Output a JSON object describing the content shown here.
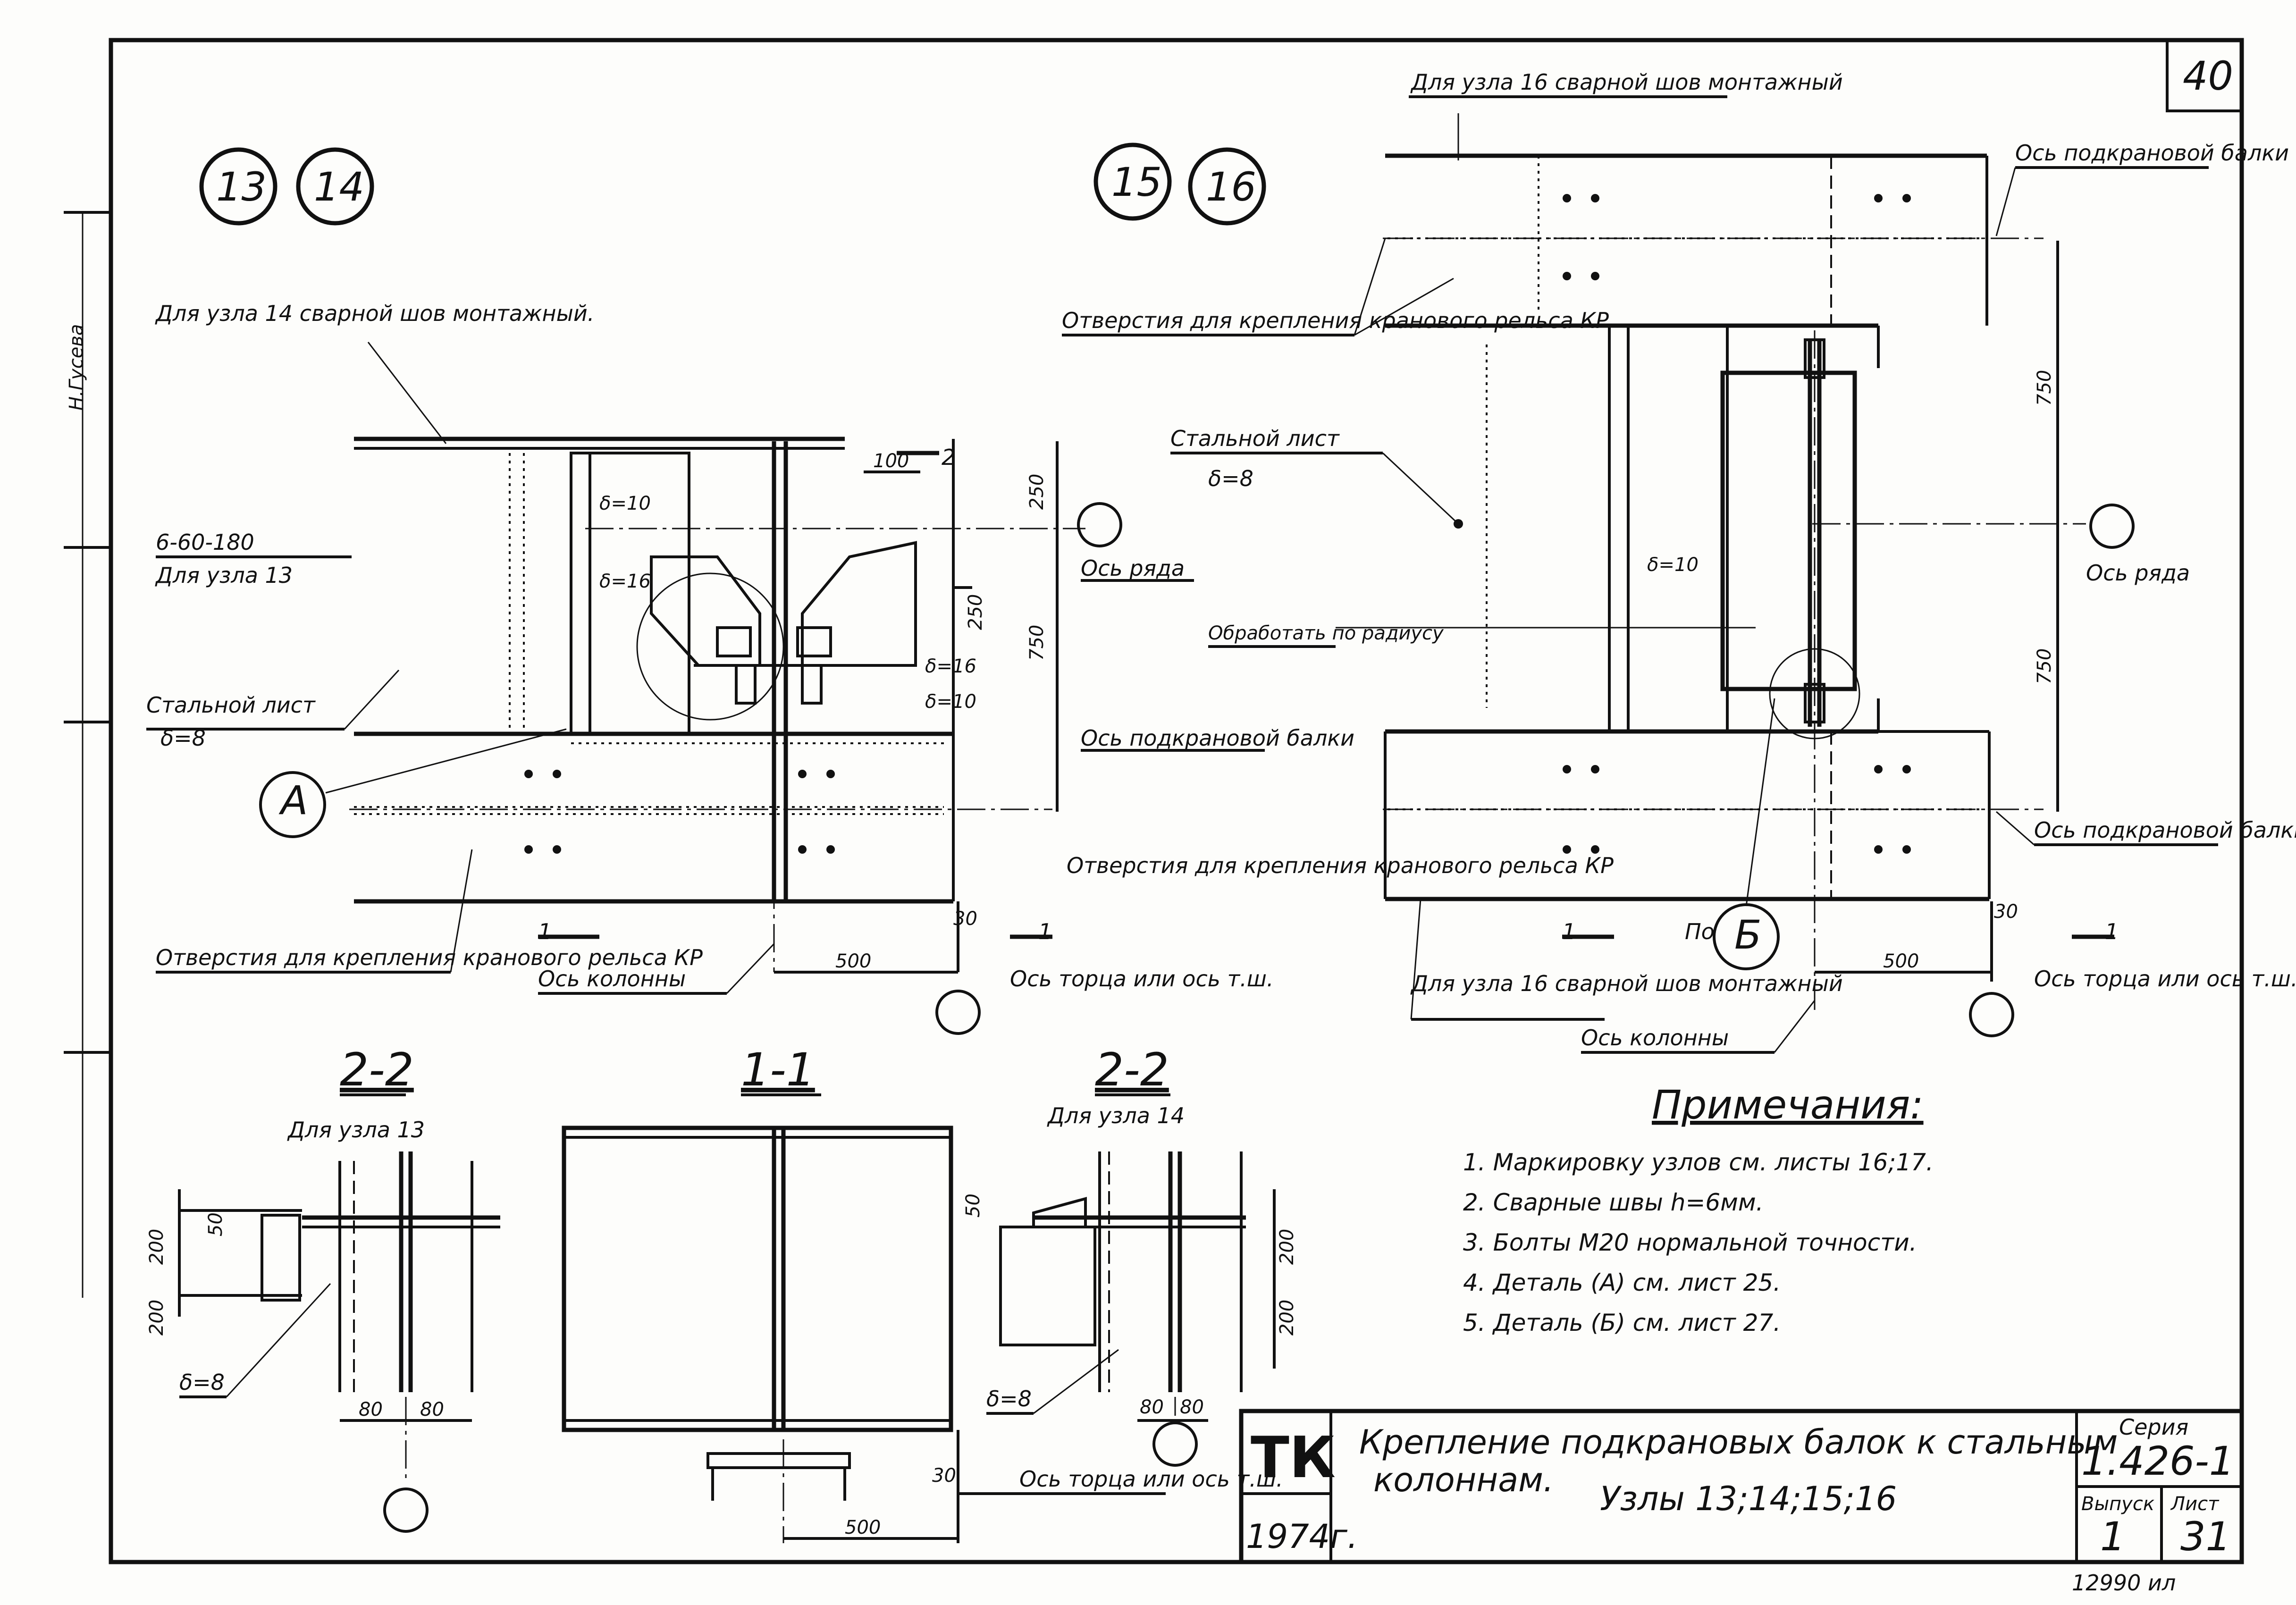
{
  "sheet": {
    "page_number": "40",
    "side_signature": "Н.Гусева"
  },
  "node_marks": {
    "left": [
      "13",
      "14"
    ],
    "right": [
      "15",
      "16"
    ]
  },
  "left_plan": {
    "weld_note_14": "Для узла 14 сварной шов монтажный.",
    "holes_13": "6-60-180",
    "for_node_13": "Для узла 13",
    "steel_sheet": "Стальной лист",
    "d8": "δ=8",
    "d10_a": "δ=10",
    "d16": "δ=16",
    "d16b": "δ=16",
    "d10_b": "δ=10",
    "axis_row": "Ось ряда",
    "axis_beam": "Ось подкрановой балки",
    "holes_rail": "Отверстия для крепления кранового рельса КР",
    "holes_rail_2": "Отверстия для крепления кранового рельса КР",
    "axis_column": "Ось колонны",
    "axis_end": "Ось торца или ось т.ш.",
    "detail_a": "А",
    "dim_100": "100",
    "dim_250a": "250",
    "dim_250b": "250",
    "dim_750": "750",
    "dim_30": "30",
    "dim_500": "500",
    "cut_2": "2",
    "cut_1a": "1",
    "cut_1b": "1"
  },
  "right_plan": {
    "weld_note_16_top": "Для узла 16 сварной шов монтажный",
    "axis_beam_top": "Ось подкрановой балки",
    "holes_rail": "Отверстия для крепления кранового рельса КР",
    "steel_sheet": "Стальной лист",
    "d8": "δ=8",
    "d10": "δ=10",
    "machine": "Обработать по радиусу",
    "axis_row": "Ось ряда",
    "axis_beam_bot": "Ось подкрановой балки",
    "weld_note_16_bot": "Для узла 16 сварной шов монтажный",
    "po": "По",
    "detail_b": "Б",
    "axis_column": "Ось колонны",
    "axis_end": "Ось торца или ось т.ш.",
    "dim_750a": "750",
    "dim_750b": "750",
    "dim_30": "30",
    "dim_500": "500",
    "cut_1a": "1",
    "cut_1b": "1"
  },
  "sections": {
    "s22_left_title": "2-2",
    "s22_left_sub": "Для узла 13",
    "s11_title": "1-1",
    "s22_right_title": "2-2",
    "s22_right_sub": "Для узла 14",
    "dim_50a": "50",
    "dim_200a": "200",
    "dim_200b": "200",
    "d8_left": "δ=8",
    "dim_80a": "80",
    "dim_80b": "80",
    "dim_30": "30",
    "dim_500": "500",
    "axis_end": "Ось торца или ось т.ш.",
    "dim_50b": "50",
    "dim_200c": "200",
    "dim_200d": "200",
    "d8_right": "δ=8",
    "dim_80c": "80",
    "dim_80d": "80"
  },
  "notes": {
    "heading": "Примечания:",
    "items": [
      "1. Маркировку узлов см. листы 16;17.",
      "2. Сварные швы h=6мм.",
      "3. Болты М20 нормальной точности.",
      "4. Деталь (А) см. лист 25.",
      "5. Деталь (Б) см. лист 27."
    ]
  },
  "title_block": {
    "org": "ТК",
    "year": "1974г.",
    "title_line1": "Крепление подкрановых балок к стальным",
    "title_line2": "колоннам.",
    "title_line3": "Узлы 13;14;15;16",
    "series_label": "Серия",
    "series_value": "1.426-1",
    "issue_label": "Выпуск",
    "issue_value": "1",
    "sheet_label": "Лист",
    "sheet_value": "31",
    "archive_no": "12990 ил"
  }
}
